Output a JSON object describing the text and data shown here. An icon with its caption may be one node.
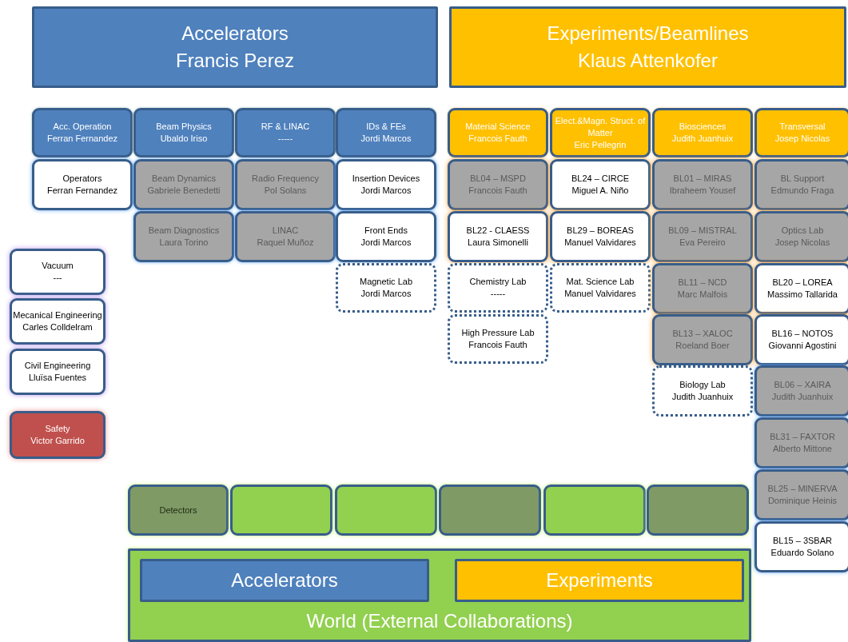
{
  "diagram": {
    "nodes": [
      {
        "text": [
          "Accelerators",
          "Francis Perez"
        ]
      },
      {
        "text": [
          "Experiments/Beamlines",
          "Klaus Attenkofer"
        ]
      },
      {
        "text": [
          "Acc. Operation",
          "Ferran Fernandez"
        ]
      },
      {
        "text": [
          "Beam Physics",
          "Ubaldo Iriso"
        ]
      },
      {
        "text": [
          "RF & LINAC",
          "-----"
        ]
      },
      {
        "text": [
          "IDs & FEs",
          "Jordi Marcos"
        ]
      },
      {
        "text": [
          "Material Science",
          "Francois Fauth"
        ]
      },
      {
        "text": [
          "Elect.&Magn. Struct. of Matter",
          "Eric Pellegrin"
        ]
      },
      {
        "text": [
          "Biosciences",
          "Judith Juanhuix"
        ]
      },
      {
        "text": [
          "Transversal",
          "Josep Nicolas"
        ]
      },
      {
        "text": [
          "Operators",
          "Ferran Fernandez"
        ]
      },
      {
        "text": [
          "Beam Dynamics",
          "Gabriele Benedetti"
        ]
      },
      {
        "text": [
          "Beam Diagnostics",
          "Laura Torino"
        ]
      },
      {
        "text": [
          "Radio Frequency",
          "Pol Solans"
        ]
      },
      {
        "text": [
          "LINAC",
          "Raquel Muñoz"
        ]
      },
      {
        "text": [
          "Insertion Devices",
          "Jordi Marcos"
        ]
      },
      {
        "text": [
          "Front Ends",
          "Jordi Marcos"
        ]
      },
      {
        "text": [
          "Magnetic Lab",
          "Jordi Marcos"
        ]
      },
      {
        "text": [
          "BL04 – MSPD",
          "Francois Fauth"
        ]
      },
      {
        "text": [
          "BL22 - CLAESS",
          "Laura Simonelli"
        ]
      },
      {
        "text": [
          "Chemistry Lab",
          "-----"
        ]
      },
      {
        "text": [
          "High Pressure Lab",
          "Francois Fauth"
        ]
      },
      {
        "text": [
          "BL24 – CIRCE",
          "Miguel A. Niño"
        ]
      },
      {
        "text": [
          "BL29 – BOREAS",
          "Manuel Valvidares"
        ]
      },
      {
        "text": [
          "Mat. Science Lab",
          "Manuel Valvidares"
        ]
      },
      {
        "text": [
          "BL01 – MIRAS",
          "Ibraheem Yousef"
        ]
      },
      {
        "text": [
          "BL09 – MISTRAL",
          "Eva Pereiro"
        ]
      },
      {
        "text": [
          "BL11 – NCD",
          "Marc Malfois"
        ]
      },
      {
        "text": [
          "BL13 – XALOC",
          "Roeland Boer"
        ]
      },
      {
        "text": [
          "Biology Lab",
          "Judith Juanhuix"
        ]
      },
      {
        "text": [
          "BL Support",
          "Edmundo Fraga"
        ]
      },
      {
        "text": [
          "Optics Lab",
          "Josep Nicolas"
        ]
      },
      {
        "text": [
          "BL20 – LOREA",
          "Massimo Tallarida"
        ]
      },
      {
        "text": [
          "BL16 – NOTOS",
          "Giovanni Agostini"
        ]
      },
      {
        "text": [
          "BL06 – XAIRA",
          "Judith Juanhuix"
        ]
      },
      {
        "text": [
          "BL31 – FAXTOR",
          "Alberto Mittone"
        ]
      },
      {
        "text": [
          "BL25 – MINERVA",
          "Dominique Heinis"
        ]
      },
      {
        "text": [
          "BL15 – 3SBAR",
          "Eduardo Solano"
        ]
      },
      {
        "text": [
          "Vacuum",
          "---"
        ]
      },
      {
        "text": [
          "Mecanical Engineering",
          "Carles Colldelram"
        ]
      },
      {
        "text": [
          "Civil Engineering",
          "Lluïsa Fuentes"
        ]
      },
      {
        "text": [
          "Safety",
          "Victor Garrido"
        ]
      },
      {
        "text": [
          "Detectors"
        ]
      },
      {
        "text": [],
        "shape": "box"
      },
      {
        "text": [],
        "shape": "box"
      },
      {
        "text": [],
        "shape": "box"
      },
      {
        "text": [],
        "shape": "box"
      },
      {
        "text": [],
        "shape": "box"
      },
      {
        "text": [
          "World (External Collaborations)"
        ]
      },
      {
        "text": [
          "Accelerators"
        ],
        "in": 48
      },
      {
        "text": [
          "Experiments"
        ],
        "in": 48
      }
    ],
    "edges": []
  }
}
